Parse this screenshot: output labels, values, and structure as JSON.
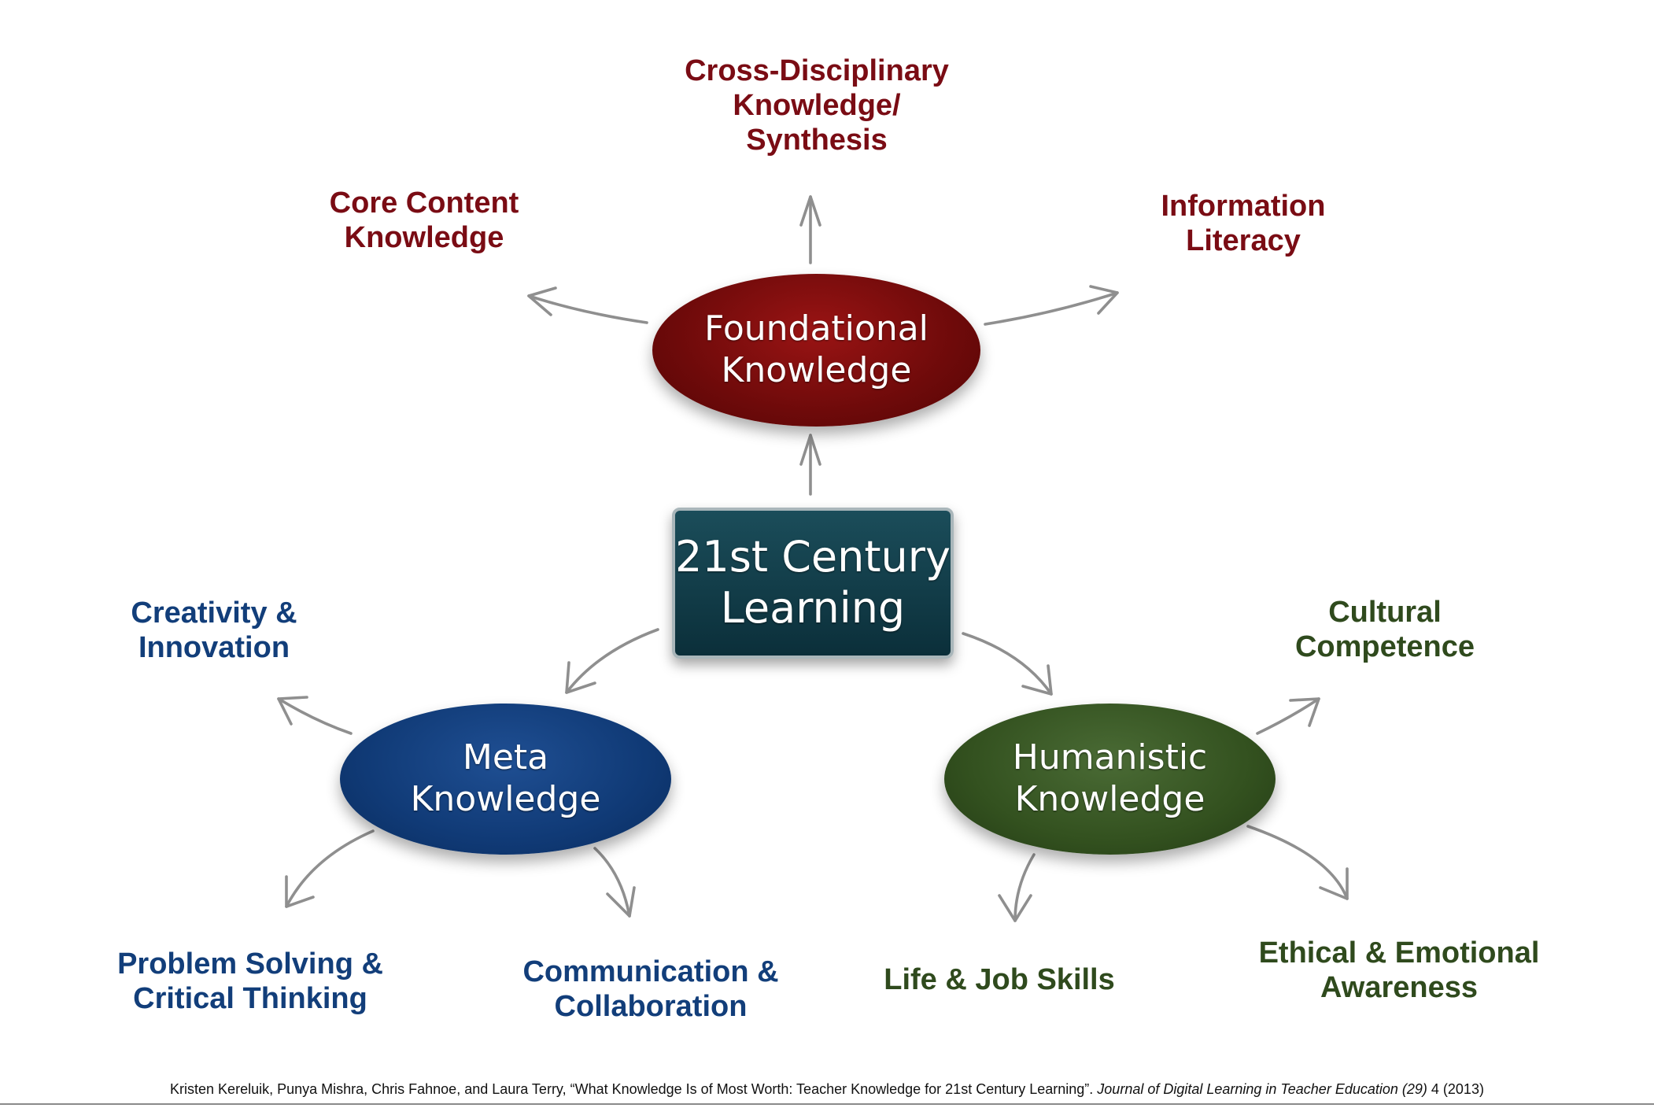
{
  "diagram": {
    "center": {
      "label": "21st Century\nLearning",
      "color": "#0f3a46"
    },
    "hubs": {
      "foundational": {
        "label": "Foundational\nKnowledge",
        "color": "#6e0a0a"
      },
      "meta": {
        "label": "Meta\nKnowledge",
        "color": "#103a76"
      },
      "humanistic": {
        "label": "Humanistic\nKnowledge",
        "color": "#33511f"
      }
    },
    "leaves": {
      "cross_disciplinary": "Cross-Disciplinary\nKnowledge/\nSynthesis",
      "core_content": "Core Content\nKnowledge",
      "information_literacy": "Information\nLiteracy",
      "creativity": "Creativity &\nInnovation",
      "problem_solving": "Problem Solving &\nCritical Thinking",
      "communication": "Communication &\nCollaboration",
      "cultural": "Cultural\nCompetence",
      "life_job": "Life & Job Skills",
      "ethical": "Ethical & Emotional\nAwareness"
    },
    "arrow_color": "#8f8f8f"
  },
  "citation": {
    "text": "Kristen Kereluik, Punya Mishra, Chris Fahnoe, and Laura Terry, “What Knowledge Is of Most Worth: Teacher Knowledge for 21st Century Learning”.",
    "journal": "Journal of Digital Learning in Teacher Education (29)",
    "suffix": "4 (2013)"
  }
}
